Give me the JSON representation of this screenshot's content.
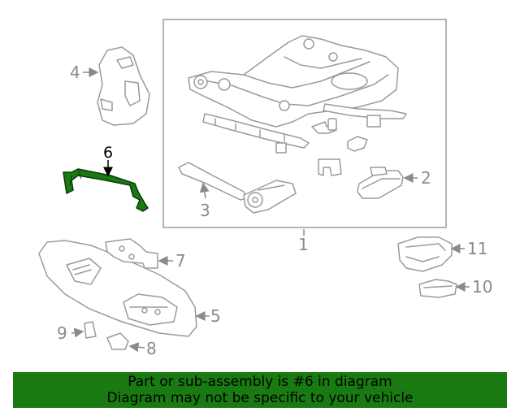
{
  "callouts": {
    "c1": "1",
    "c2": "2",
    "c3": "3",
    "c4": "4",
    "c5": "5",
    "c6": "6",
    "c7": "7",
    "c8": "8",
    "c9": "9",
    "c10": "10",
    "c11": "11"
  },
  "highlighted_callout": "6",
  "colors": {
    "highlight": "#1a7a12",
    "part_stroke": "#9a9a9a",
    "callout_text": "#8a8a8a"
  },
  "banner": {
    "line1": "Part or sub-assembly is #6 in diagram",
    "line2": "Diagram may not be specific to your vehicle"
  }
}
